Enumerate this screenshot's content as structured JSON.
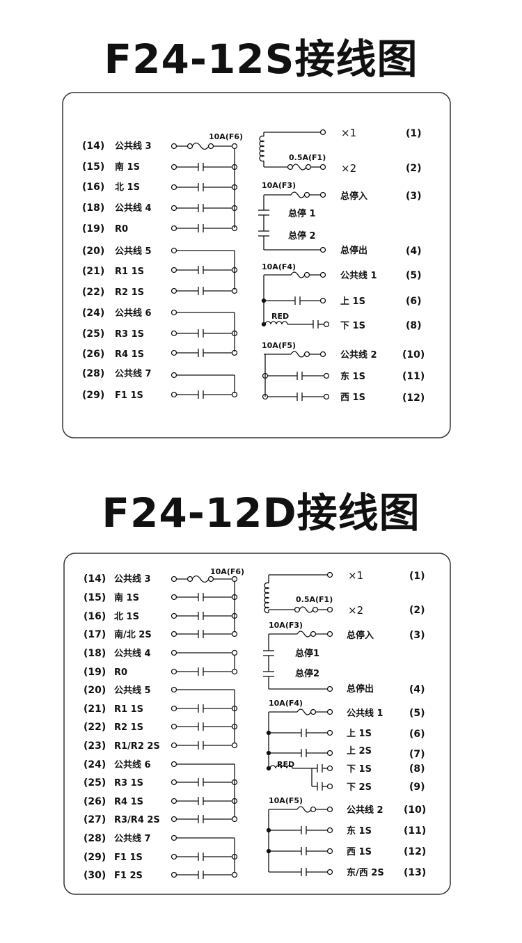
{
  "titles": {
    "top": "F24-12S接线图",
    "bottom": "F24-12D接线图"
  },
  "d1": {
    "left": [
      {
        "num": "(14)",
        "label": "公共线 3"
      },
      {
        "num": "(15)",
        "label": "南 1S"
      },
      {
        "num": "(16)",
        "label": "北 1S"
      },
      {
        "num": "(18)",
        "label": "公共线 4"
      },
      {
        "num": "(19)",
        "label": "R0"
      },
      {
        "num": "(20)",
        "label": "公共线 5"
      },
      {
        "num": "(21)",
        "label": "R1 1S"
      },
      {
        "num": "(22)",
        "label": "R2 1S"
      },
      {
        "num": "(24)",
        "label": "公共线 6"
      },
      {
        "num": "(25)",
        "label": "R3 1S"
      },
      {
        "num": "(26)",
        "label": "R4 1S"
      },
      {
        "num": "(28)",
        "label": "公共线 7"
      },
      {
        "num": "(29)",
        "label": "F1 1S"
      }
    ],
    "fuse_f6": "10A(F6)",
    "x1": "×1",
    "x2": "×2",
    "fuse_f1": "0.5A(F1)",
    "fuse_f3": "10A(F3)",
    "stop1": "总停 1",
    "stop2": "总停 2",
    "fuse_f4": "10A(F4)",
    "red": "RED",
    "fuse_f5": "10A(F5)",
    "right": [
      {
        "num": "(1)",
        "label": ""
      },
      {
        "num": "(2)",
        "label": ""
      },
      {
        "num": "(3)",
        "label": "总停入"
      },
      {
        "num": "(4)",
        "label": "总停出"
      },
      {
        "num": "(5)",
        "label": "公共线 1"
      },
      {
        "num": "(6)",
        "label": "上 1S"
      },
      {
        "num": "(8)",
        "label": "下 1S"
      },
      {
        "num": "(10)",
        "label": "公共线 2"
      },
      {
        "num": "(11)",
        "label": "东 1S"
      },
      {
        "num": "(12)",
        "label": "西 1S"
      }
    ]
  },
  "d2": {
    "left": [
      {
        "num": "(14)",
        "label": "公共线 3"
      },
      {
        "num": "(15)",
        "label": "南 1S"
      },
      {
        "num": "(16)",
        "label": "北 1S"
      },
      {
        "num": "(17)",
        "label": "南/北 2S"
      },
      {
        "num": "(18)",
        "label": "公共线 4"
      },
      {
        "num": "(19)",
        "label": "R0"
      },
      {
        "num": "(20)",
        "label": "公共线 5"
      },
      {
        "num": "(21)",
        "label": "R1 1S"
      },
      {
        "num": "(22)",
        "label": "R2 1S"
      },
      {
        "num": "(23)",
        "label": "R1/R2 2S"
      },
      {
        "num": "(24)",
        "label": "公共线 6"
      },
      {
        "num": "(25)",
        "label": "R3 1S"
      },
      {
        "num": "(26)",
        "label": "R4 1S"
      },
      {
        "num": "(27)",
        "label": "R3/R4 2S"
      },
      {
        "num": "(28)",
        "label": "公共线 7"
      },
      {
        "num": "(29)",
        "label": "F1 1S"
      },
      {
        "num": "(30)",
        "label": "F1 2S"
      }
    ],
    "fuse_f6": "10A(F6)",
    "x1": "×1",
    "x2": "×2",
    "fuse_f1": "0.5A(F1)",
    "fuse_f3": "10A(F3)",
    "stop1": "总停1",
    "stop2": "总停2",
    "fuse_f4": "10A(F4)",
    "red": "RED",
    "fuse_f5": "10A(F5)",
    "right": [
      {
        "num": "(1)",
        "label": ""
      },
      {
        "num": "(2)",
        "label": ""
      },
      {
        "num": "(3)",
        "label": "总停入"
      },
      {
        "num": "(4)",
        "label": "总停出"
      },
      {
        "num": "(5)",
        "label": "公共线 1"
      },
      {
        "num": "(6)",
        "label": "上 1S"
      },
      {
        "num": "(7)",
        "label": "上 2S"
      },
      {
        "num": "(8)",
        "label": "下 1S"
      },
      {
        "num": "(9)",
        "label": "下 2S"
      },
      {
        "num": "(10)",
        "label": "公共线 2"
      },
      {
        "num": "(11)",
        "label": "东 1S"
      },
      {
        "num": "(12)",
        "label": "西 1S"
      },
      {
        "num": "(13)",
        "label": "东/西 2S"
      }
    ]
  }
}
